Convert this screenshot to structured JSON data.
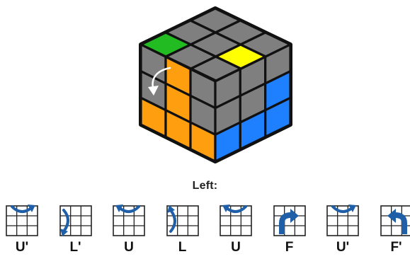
{
  "diagram": {
    "section_label": "Left:",
    "cube": {
      "top_face": [
        [
          "gray",
          "gray",
          "gray"
        ],
        [
          "gray",
          "gray",
          "yellow"
        ],
        [
          "green",
          "gray",
          "gray"
        ]
      ],
      "left_face": [
        [
          "gray",
          "orange",
          "gray"
        ],
        [
          "gray",
          "orange",
          "gray"
        ],
        [
          "orange",
          "orange",
          "orange"
        ]
      ],
      "right_face": [
        [
          "gray",
          "gray",
          "gray"
        ],
        [
          "gray",
          "gray",
          "blue"
        ],
        [
          "blue",
          "blue",
          "blue"
        ]
      ],
      "rotation_arrow": "curved-arrow-icon"
    },
    "moves": [
      {
        "notation": "U'",
        "icon": "rotate-top-row-icon",
        "slot": "top-row-arrow",
        "dir": "right"
      },
      {
        "notation": "L'",
        "icon": "rotate-left-column-icon",
        "slot": "left-col-arrow",
        "dir": "down"
      },
      {
        "notation": "U",
        "icon": "rotate-top-row-icon",
        "slot": "top-row-arrow",
        "dir": "left"
      },
      {
        "notation": "L",
        "icon": "rotate-left-column-icon",
        "slot": "left-col-arrow",
        "dir": "up"
      },
      {
        "notation": "U",
        "icon": "rotate-top-row-icon",
        "slot": "top-row-arrow",
        "dir": "left"
      },
      {
        "notation": "F",
        "icon": "rotate-front-face-icon",
        "slot": "front-arrow",
        "dir": "cw"
      },
      {
        "notation": "U'",
        "icon": "rotate-top-row-icon",
        "slot": "top-row-arrow",
        "dir": "right"
      },
      {
        "notation": "F'",
        "icon": "rotate-front-face-icon",
        "slot": "front-arrow",
        "dir": "ccw"
      }
    ]
  },
  "colors": {
    "gray": "#7f7f7f",
    "yellow": "#ffff00",
    "green": "#22bb22",
    "orange": "#ff9f10",
    "blue": "#1e7fff",
    "edge": "#111111",
    "arrow": "#1f5fa8"
  }
}
